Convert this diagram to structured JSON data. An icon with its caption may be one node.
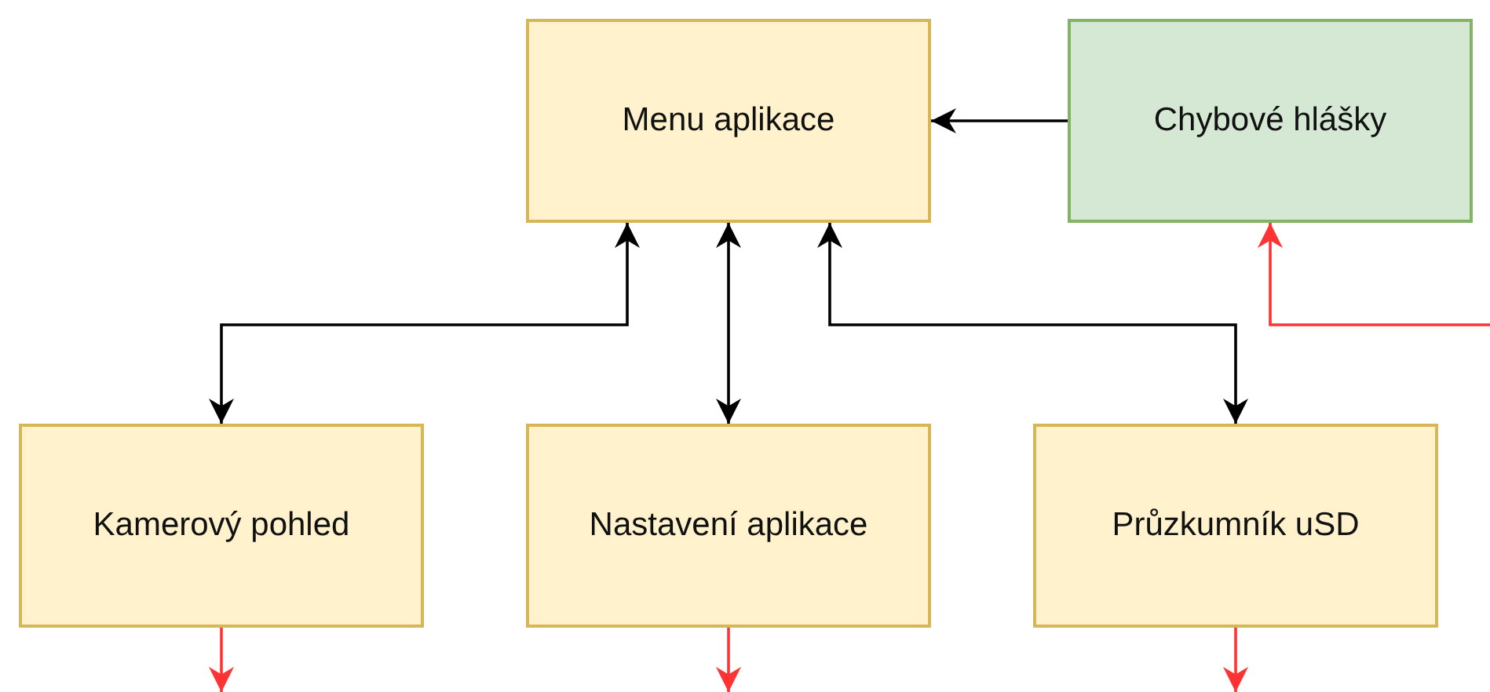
{
  "diagram": {
    "nodes": [
      {
        "text": [
          "Menu aplikace"
        ]
      },
      {
        "text": [
          "Chybové hlášky"
        ]
      },
      {
        "text": [
          "Kamerový pohled"
        ]
      },
      {
        "text": [
          "Nastavení aplikace"
        ]
      },
      {
        "text": [
          "Průzkumník uSD"
        ]
      }
    ],
    "edges": [
      {
        "from": 1,
        "to": 0,
        "arrow": "to"
      },
      {
        "from": 0,
        "to": 2,
        "arrow": "both"
      },
      {
        "from": 0,
        "to": 3,
        "arrow": "both"
      },
      {
        "from": 0,
        "to": 4,
        "arrow": "both"
      },
      {
        "from": null,
        "to": 1,
        "arrow": "to",
        "color": "#ff3333"
      },
      {
        "from": 2,
        "to": null,
        "arrow": "to",
        "color": "#ff3333"
      },
      {
        "from": 3,
        "to": null,
        "arrow": "to",
        "color": "#ff3333"
      },
      {
        "from": 4,
        "to": null,
        "arrow": "to",
        "color": "#ff3333"
      }
    ]
  }
}
